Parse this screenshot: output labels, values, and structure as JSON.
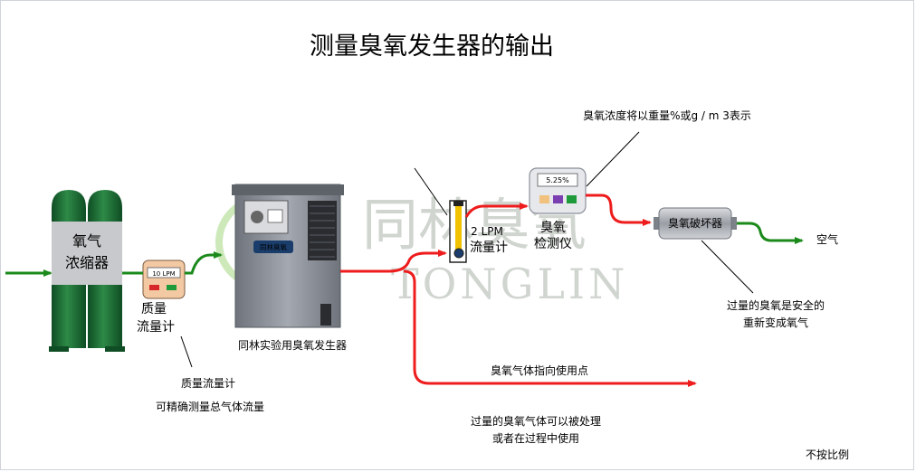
{
  "title": "测量臭氧发生器的输出",
  "watermark": {
    "cn": "同林臭氧",
    "en": "TONGLIN"
  },
  "concentrator": {
    "line1": "氧气",
    "line2": "浓缩器"
  },
  "mass_flow_meter": {
    "display": "10 LPM",
    "label_line1": "质量",
    "label_line2": "流量计",
    "note_title": "质量流量计",
    "note_text": "可精确测量总气体流量"
  },
  "generator": {
    "badge": "同林臭氧",
    "label": "同林实验用臭氧发生器"
  },
  "flowmeter": {
    "value": "2 LPM",
    "label": "流量计"
  },
  "detector": {
    "display": "5.25%",
    "label_line1": "臭氧",
    "label_line2": "检测仪",
    "note": "臭氧浓度将以重量%或g / m 3表示"
  },
  "destroyer": {
    "label": "臭氧破坏器",
    "note_line1": "过量的臭氧是安全的",
    "note_line2": "重新变成氧气"
  },
  "air_label": "空气",
  "use_point": {
    "label": "臭氧气体指向使用点",
    "note_line1": "过量的臭氧气体可以被处理",
    "note_line2": "或者在过程中使用"
  },
  "scale_note": "不按比例",
  "colors": {
    "ozone_line": "#ee1c1c",
    "oxygen_line": "#1b8a1b",
    "tank": "#1f6b34",
    "housing": "#8a8f98"
  }
}
